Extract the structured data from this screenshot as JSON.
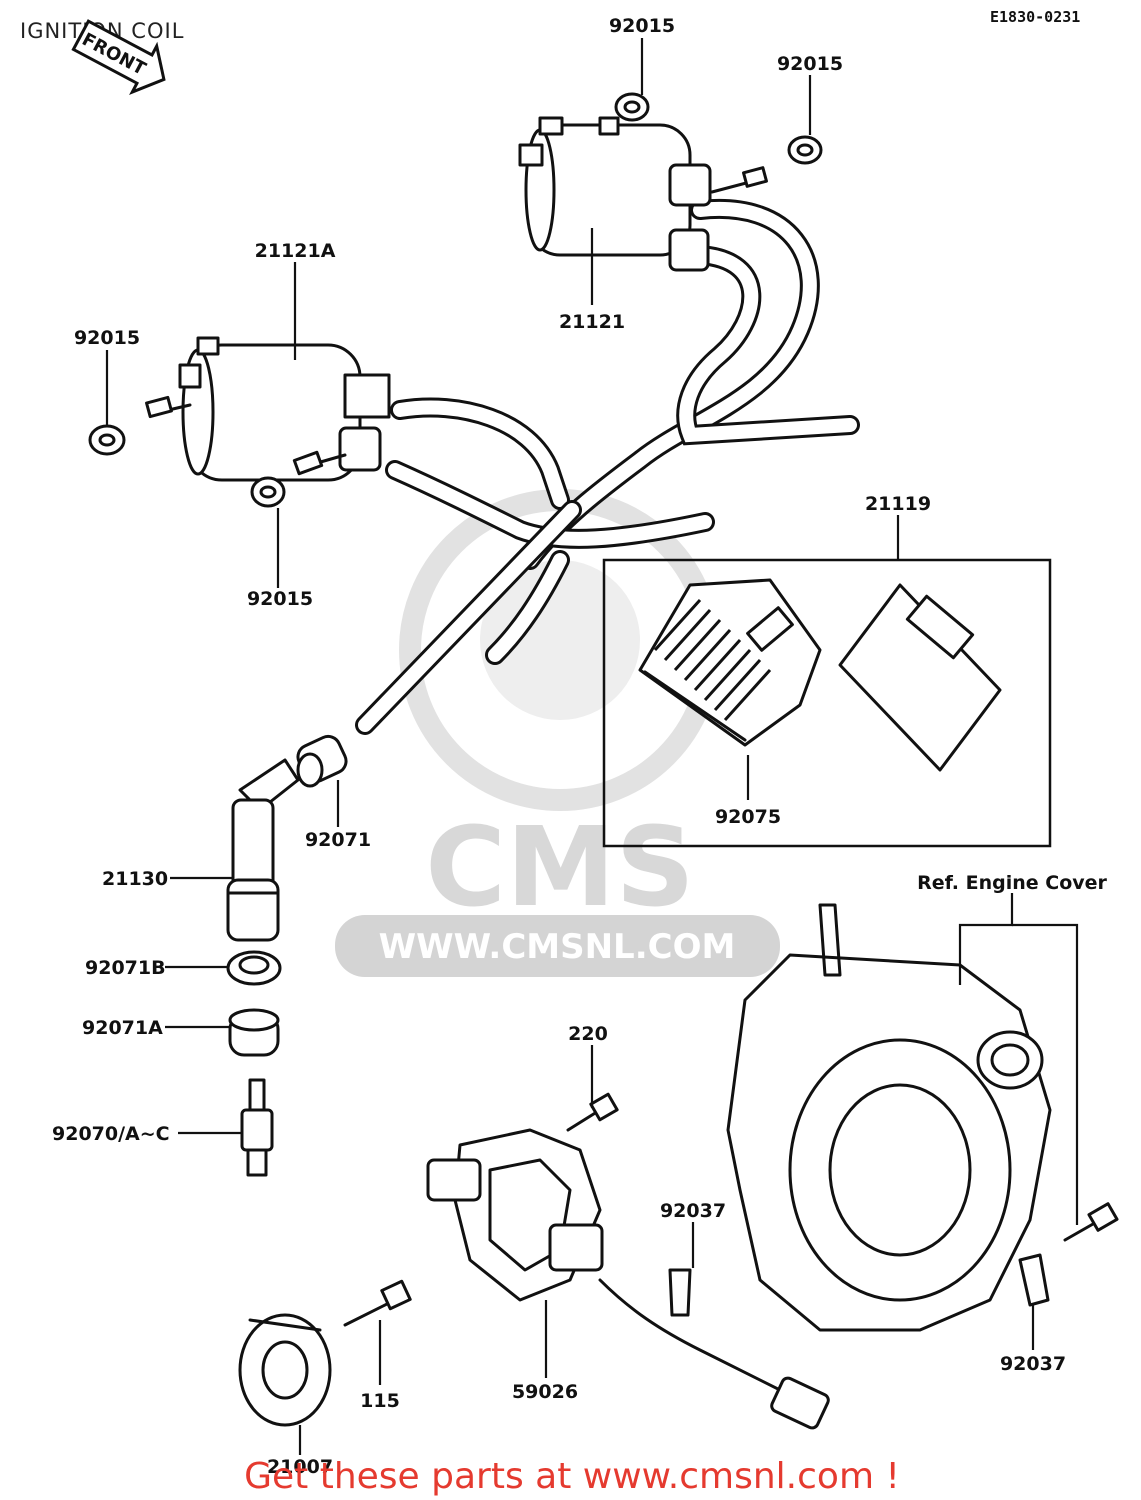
{
  "diagram": {
    "title": "IGNITION COIL",
    "code": "E1830-0231",
    "front_label": "FRONT",
    "watermark": {
      "logo_text": "CMS",
      "url": "WWW.CMSNL.COM"
    },
    "footer": "Get these parts at www.cmsnl.com !",
    "callouts": {
      "c1": "92015",
      "c2": "92015",
      "c3": "21121A",
      "c4": "92015",
      "c5": "21121",
      "c6": "92015",
      "c7": "21119",
      "c8": "92071",
      "c9": "92075",
      "c10": "21130",
      "c11": "Ref. Engine Cover",
      "c12": "92071B",
      "c13": "92071A",
      "c14": "220",
      "c15": "92070/A~C",
      "c16": "92037",
      "c17": "92037",
      "c18": "115",
      "c19": "59026",
      "c20": "21007"
    }
  }
}
